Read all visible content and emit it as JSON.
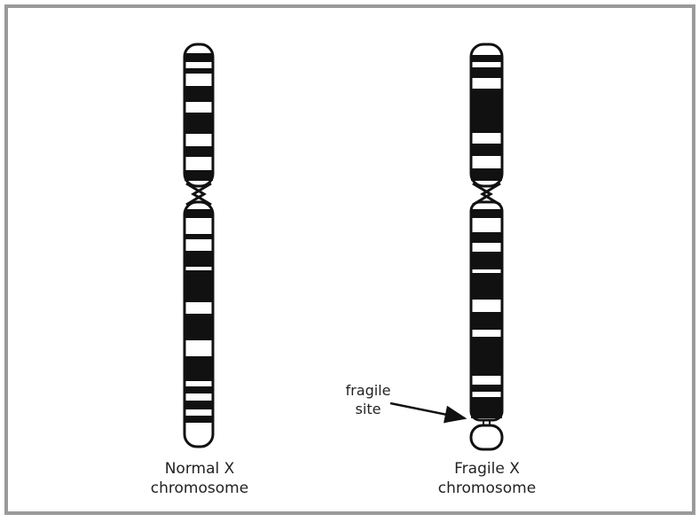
{
  "colors": {
    "frame": "#9a9a9a",
    "band": "#111111",
    "outline": "#111111",
    "background": "#ffffff"
  },
  "normal": {
    "caption_line1": "Normal X",
    "caption_line2": "chromosome"
  },
  "fragile": {
    "caption_line1": "Fragile X",
    "caption_line2": "chromosome",
    "site_label_line1": "fragile",
    "site_label_line2": "site"
  }
}
